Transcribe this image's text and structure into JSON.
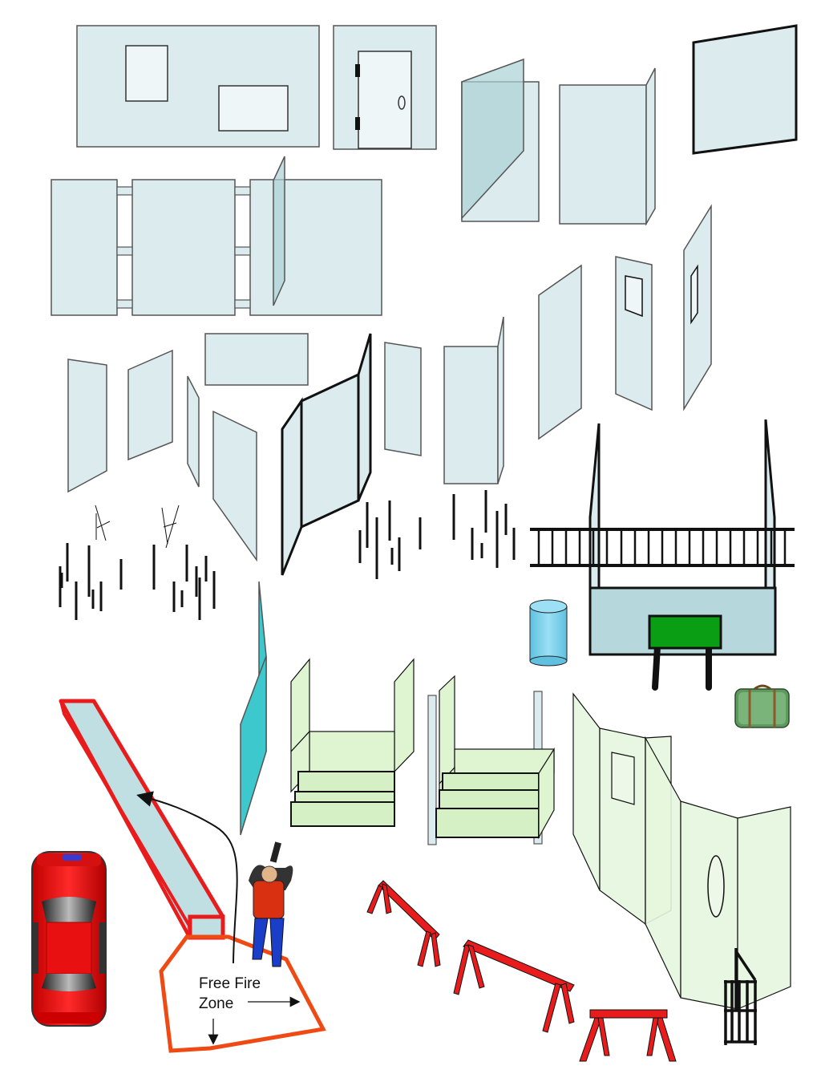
{
  "labels": {
    "free_fire_line1": "Free Fire",
    "free_fire_line2": "Zone"
  },
  "colors": {
    "panel_fill": "#dcecee",
    "panel_stroke": "#555555",
    "shade": "#b6d8dc",
    "green_structure": "#dff5d2",
    "teal_panel": "#3cc8cc",
    "red_barrier": "#e81c1c",
    "zone_outline": "#f04a14",
    "barrel": "#79d0ec",
    "sign": "#0a9e14",
    "car": "#e81010",
    "suitcase": "#4e8a4e"
  },
  "icons": [
    "wall-panel",
    "door",
    "window",
    "tripod-stand",
    "ladder-bridge",
    "barrel",
    "sign",
    "suitcase",
    "car",
    "shooter",
    "sawhorse",
    "gate",
    "stairs"
  ]
}
